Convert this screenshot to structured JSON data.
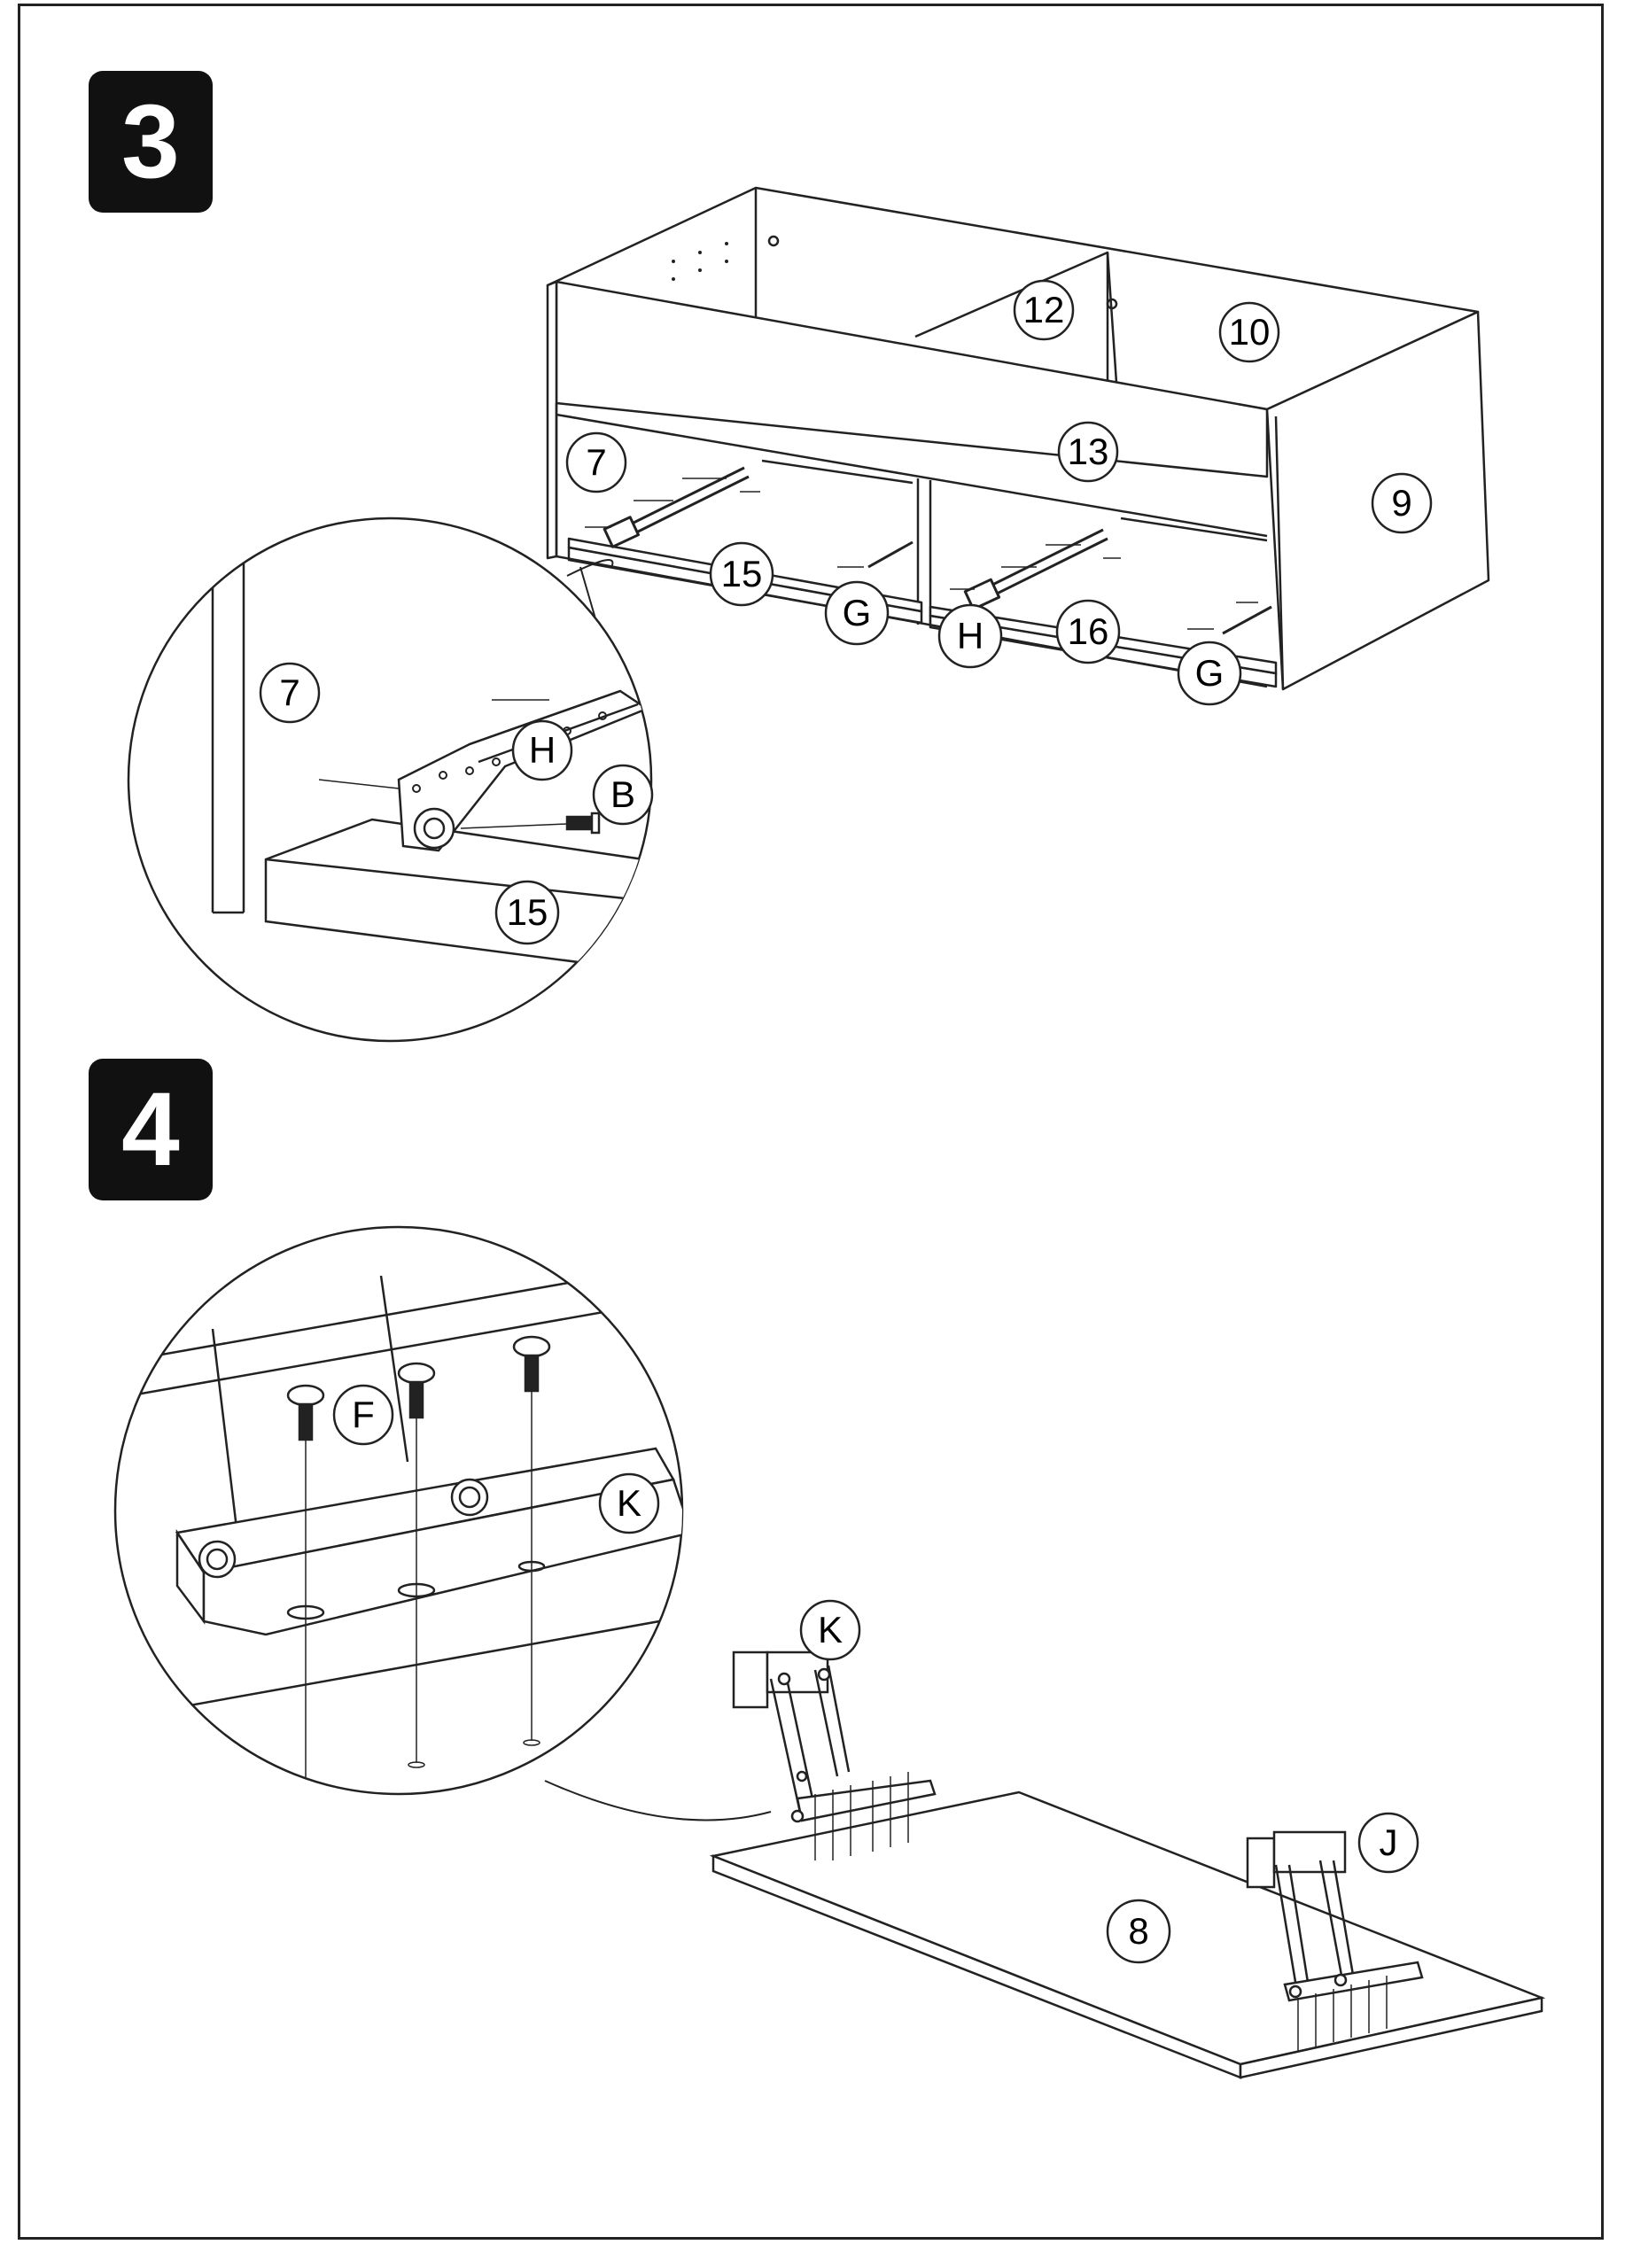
{
  "steps": [
    {
      "number": "3"
    },
    {
      "number": "4"
    }
  ],
  "step3": {
    "labels": {
      "p12": "12",
      "p10": "10",
      "p13": "13",
      "p7": "7",
      "p9": "9",
      "p15": "15",
      "g1": "G",
      "h1": "H",
      "p16": "16",
      "g2": "G"
    },
    "detail": {
      "p7": "7",
      "h": "H",
      "b": "B",
      "p15": "15"
    }
  },
  "step4": {
    "detail": {
      "f": "F",
      "k": "K"
    },
    "labels": {
      "k": "K",
      "j": "J",
      "p8": "8"
    }
  }
}
